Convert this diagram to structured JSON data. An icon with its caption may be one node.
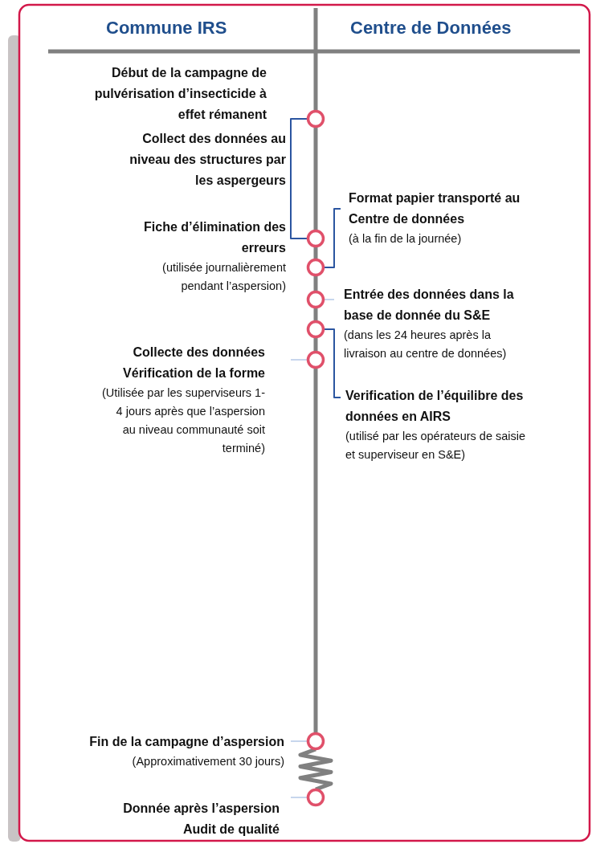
{
  "diagram": {
    "nodes": [
      {
        "text": [
          "Début de la campagne de pulvérisation d’insecticide à effet rémanent"
        ]
      },
      {
        "text": [],
        "shape": "circle"
      },
      {
        "text": [
          "Collect des données au niveau des structures par les aspergeurs"
        ]
      },
      {
        "text": [
          "Format papier transporté au Centre de données",
          "(à la fin de la journée)"
        ]
      },
      {
        "text": [
          "Fiche d’élimination des erreurs",
          "(utilisée journalièrement pendant l’aspersion)"
        ]
      },
      {
        "text": [],
        "shape": "circle"
      },
      {
        "text": [],
        "shape": "circle"
      },
      {
        "text": [
          "Entrée des données dans la base de donnée du S&E",
          "(dans les 24 heures après la livraison au centre de données)"
        ]
      },
      {
        "text": [],
        "shape": "circle"
      },
      {
        "text": [],
        "shape": "circle"
      },
      {
        "text": [
          "Collecte des données Vérification de la forme",
          "(Utilisée par les superviseurs 1-4 jours après que l’aspersion au niveau communauté soit terminé)"
        ]
      },
      {
        "text": [],
        "shape": "circle"
      },
      {
        "text": [
          "Verification de l’équilibre des données en AIRS",
          "(utilisé par les opérateurs de saisie et superviseur en S&E)"
        ]
      },
      {
        "text": [
          "Fin de la campagne d’aspersion",
          "(Approximativement 30 jours)"
        ]
      },
      {
        "text": [],
        "shape": "circle"
      },
      {
        "text": [],
        "shape": "circle"
      },
      {
        "text": [
          "Donnée après l’aspersion Audit de qualité"
        ]
      }
    ],
    "edges": [
      {
        "from": 1,
        "to": 5,
        "arrow": "none",
        "color": "#2b55a0"
      },
      {
        "from": 6,
        "to": 3,
        "arrow": "none",
        "color": "#2b55a0"
      },
      {
        "from": 8,
        "to": 7,
        "arrow": "none"
      },
      {
        "from": 9,
        "to": 12,
        "arrow": "none",
        "color": "#2b55a0"
      },
      {
        "from": 11,
        "to": 10,
        "arrow": "none"
      },
      {
        "from": 14,
        "to": 13,
        "arrow": "none"
      },
      {
        "from": 15,
        "to": 16,
        "arrow": "none"
      },
      {
        "from": 14,
        "to": 15,
        "arrow": "none",
        "style": "thick",
        "color": "#808080"
      }
    ],
    "labels": [
      "Commune IRS",
      "Centre de Données"
    ]
  }
}
